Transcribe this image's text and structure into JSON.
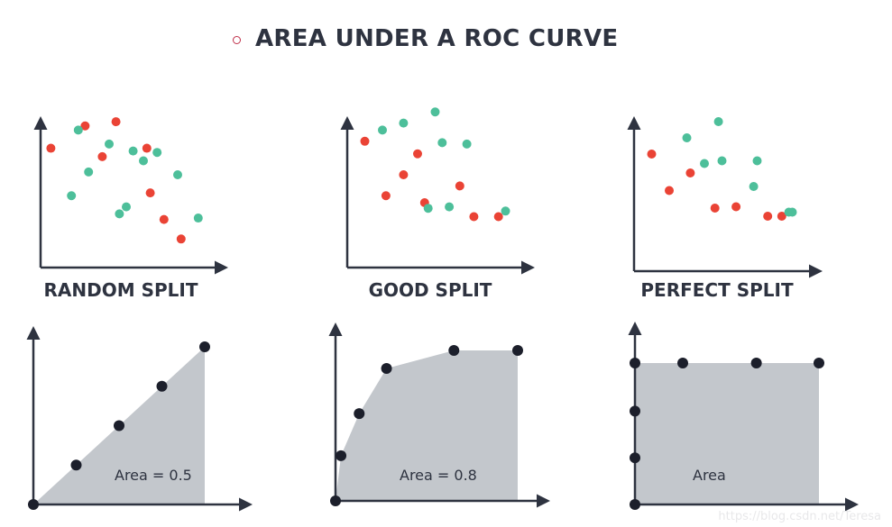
{
  "header": {
    "title": "AREA UNDER A ROC CURVE"
  },
  "panels": [
    {
      "split_label": "RANDOM SPLIT",
      "area_label": "Area = 0.5"
    },
    {
      "split_label": "GOOD SPLIT",
      "area_label": "Area = 0.8"
    },
    {
      "split_label": "PERFECT SPLIT",
      "area_label": "Area"
    }
  ],
  "watermark": "https://blog.csdn.net/Teresa",
  "colors": {
    "positive_point": "#ea4335",
    "negative_point": "#4dbf9a",
    "roc_fill": "#c3c7cc",
    "roc_point": "#1c1f2b",
    "axis": "#2e3340",
    "title_bullet": "#c0304a"
  },
  "chart_data": [
    {
      "type": "scatter",
      "panel": "random",
      "series": [
        {
          "class": "red",
          "points": [
            [
              0.06,
              0.79
            ],
            [
              0.26,
              0.95
            ],
            [
              0.36,
              0.73
            ],
            [
              0.44,
              0.98
            ],
            [
              0.64,
              0.47
            ],
            [
              0.72,
              0.28
            ],
            [
              0.82,
              0.14
            ],
            [
              0.62,
              0.79
            ]
          ]
        },
        {
          "class": "green",
          "points": [
            [
              0.22,
              0.92
            ],
            [
              0.28,
              0.62
            ],
            [
              0.4,
              0.82
            ],
            [
              0.54,
              0.77
            ],
            [
              0.18,
              0.45
            ],
            [
              0.46,
              0.32
            ],
            [
              0.5,
              0.37
            ],
            [
              0.6,
              0.7
            ],
            [
              0.8,
              0.6
            ],
            [
              0.92,
              0.29
            ],
            [
              0.68,
              0.76
            ]
          ]
        }
      ]
    },
    {
      "type": "scatter",
      "panel": "good",
      "series": [
        {
          "class": "red",
          "points": [
            [
              0.1,
              0.84
            ],
            [
              0.22,
              0.45
            ],
            [
              0.32,
              0.6
            ],
            [
              0.4,
              0.75
            ],
            [
              0.44,
              0.4
            ],
            [
              0.64,
              0.52
            ],
            [
              0.72,
              0.3
            ],
            [
              0.86,
              0.3
            ]
          ]
        },
        {
          "class": "green",
          "points": [
            [
              0.2,
              0.92
            ],
            [
              0.32,
              0.97
            ],
            [
              0.5,
              1.05
            ],
            [
              0.54,
              0.83
            ],
            [
              0.58,
              0.37
            ],
            [
              0.68,
              0.82
            ],
            [
              0.9,
              0.34
            ],
            [
              0.46,
              0.36
            ]
          ]
        }
      ]
    },
    {
      "type": "scatter",
      "panel": "perfect",
      "series": [
        {
          "class": "red",
          "points": [
            [
              0.1,
              0.8
            ],
            [
              0.2,
              0.53
            ],
            [
              0.32,
              0.66
            ],
            [
              0.46,
              0.4
            ],
            [
              0.58,
              0.41
            ],
            [
              0.76,
              0.34
            ],
            [
              0.84,
              0.34
            ]
          ]
        },
        {
          "class": "green",
          "points": [
            [
              0.3,
              0.92
            ],
            [
              0.4,
              0.73
            ],
            [
              0.48,
              1.04
            ],
            [
              0.5,
              0.75
            ],
            [
              0.7,
              0.75
            ],
            [
              0.68,
              0.56
            ],
            [
              0.88,
              0.37
            ],
            [
              0.9,
              0.37
            ]
          ]
        }
      ]
    },
    {
      "type": "area",
      "panel": "random",
      "roc_points": [
        [
          0,
          0
        ],
        [
          0.25,
          0.25
        ],
        [
          0.5,
          0.5
        ],
        [
          0.75,
          0.75
        ],
        [
          1,
          1
        ]
      ]
    },
    {
      "type": "area",
      "panel": "good",
      "roc_points": [
        [
          0,
          0
        ],
        [
          0.03,
          0.3
        ],
        [
          0.13,
          0.58
        ],
        [
          0.28,
          0.88
        ],
        [
          0.65,
          1
        ],
        [
          1,
          1
        ]
      ]
    },
    {
      "type": "area",
      "panel": "perfect",
      "roc_points": [
        [
          0,
          0
        ],
        [
          0,
          0.33
        ],
        [
          0,
          0.66
        ],
        [
          0,
          1
        ],
        [
          0.26,
          1
        ],
        [
          0.66,
          1
        ],
        [
          1,
          1
        ]
      ]
    }
  ]
}
